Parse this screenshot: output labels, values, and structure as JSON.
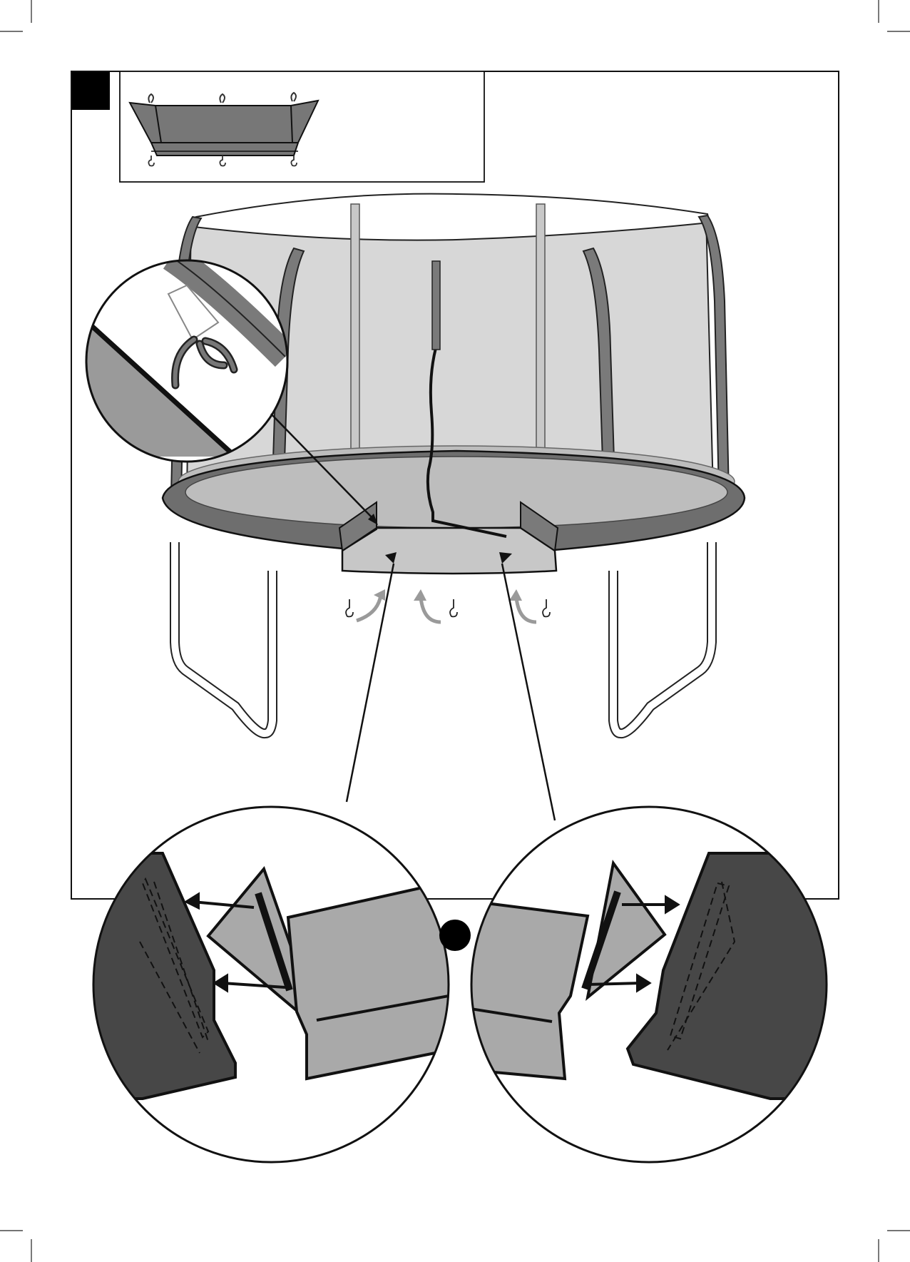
{
  "page": {
    "step_number": "",
    "page_number": ""
  },
  "figure": {
    "main_illustration": "trampoline-with-safety-net",
    "inset": "net-door-panel",
    "detail_top": "net-tie-knot-detail",
    "detail_bottom_left": "left-flap-insertion-detail",
    "detail_bottom_right": "right-flap-insertion-detail"
  },
  "colors": {
    "ink": "#111111",
    "pad": "#6e6e6e",
    "pad_light": "#a9a9a9",
    "net": "#d4d4d4",
    "mat": "#bdbdbd",
    "dark_panel": "#474747",
    "arrow_grey": "#9a9a9a",
    "frame": "#ffffff"
  }
}
